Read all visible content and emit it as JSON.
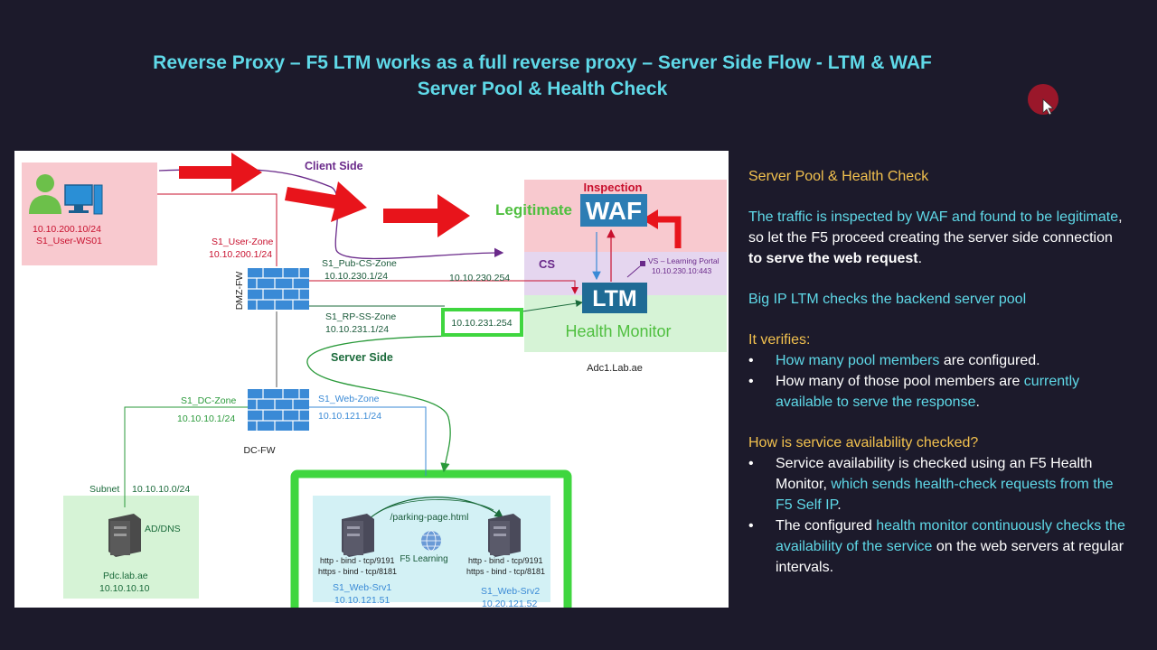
{
  "slide": {
    "title_line1": "Reverse Proxy – F5 LTM works as a full reverse proxy – Server Side Flow - LTM & WAF",
    "title_line2": "Server Pool & Health Check"
  },
  "colors": {
    "background": "#1c1a2b",
    "cyan": "#5fd9e8",
    "gold": "#f2c14e",
    "arrow_red": "#e8141b",
    "highlight_green": "#3fd63f"
  },
  "diagram": {
    "client_side": "Client Side",
    "server_side": "Server Side",
    "inspection": "Inspection",
    "legitimate": "Legitimate",
    "waf": "WAF",
    "cs": "CS",
    "ltm": "LTM",
    "health_monitor": "Health Monitor",
    "vs_label": "VS – Learning Portal",
    "vs_ip": "10.10.230.10:443",
    "adc_host": "Adc1.Lab.ae",
    "user_ip": "10.10.200.10/24",
    "user_name": "S1_User-WS01",
    "user_zone": "S1_User-Zone",
    "user_zone_ip": "10.10.200.1/24",
    "dmz_fw": "DMZ-FW",
    "pub_cs_zone": "S1_Pub-CS-Zone",
    "pub_cs_zone_ip": "10.10.230.1/24",
    "pub_cs_self_ip": "10.10.230.254",
    "rp_ss_zone": "S1_RP-SS-Zone",
    "rp_ss_zone_ip": "10.10.231.1/24",
    "ss_self_ip": "10.10.231.254",
    "dc_zone": "S1_DC-Zone",
    "dc_zone_ip": "10.10.10.1/24",
    "web_zone": "S1_Web-Zone",
    "web_zone_ip": "10.10.121.1/24",
    "dc_fw": "DC-FW",
    "subnet_label": "Subnet",
    "subnet_ip": "10.10.10.0/24",
    "ad_dns": "AD/DNS",
    "pdc_host": "Pdc.lab.ae",
    "pdc_ip": "10.10.10.10",
    "parking_page": "/parking-page.html",
    "f5_learning": "F5 Learning",
    "srv1_http": "http - bind - tcp/9191",
    "srv1_https": "https - bind - tcp/8181",
    "srv2_http": "http - bind - tcp/9191",
    "srv2_https": "https - bind - tcp/8181",
    "srv1_name": "S1_Web-Srv1",
    "srv1_ip": "10.10.121.51",
    "srv2_name": "S1_Web-Srv2",
    "srv2_ip": "10.20.121.52"
  },
  "panel": {
    "heading": "Server Pool & Health Check",
    "p1_a": "The traffic is inspected by WAF and found to be legitimate",
    "p1_b": ", so let the F5 proceed creating the server side connection ",
    "p1_c": "to serve the web request",
    "p1_d": ".",
    "p2": "Big IP LTM checks the backend server pool",
    "verifies": "It verifies:",
    "v1_a": "How many pool members",
    "v1_b": " are configured.",
    "v2_a": "How many of those pool members are ",
    "v2_b": "currently available to serve the response",
    "v2_c": ".",
    "how_heading": "How is service availability checked?",
    "h1_a": "Service availability is checked using an F5 Health Monitor,",
    "h1_b": " which sends health-check requests from the F5 Self IP",
    "h1_c": ".",
    "h2_a": "The configured ",
    "h2_b": "health monitor continuously checks the availability of the service",
    "h2_c": " on the web servers at regular intervals."
  }
}
